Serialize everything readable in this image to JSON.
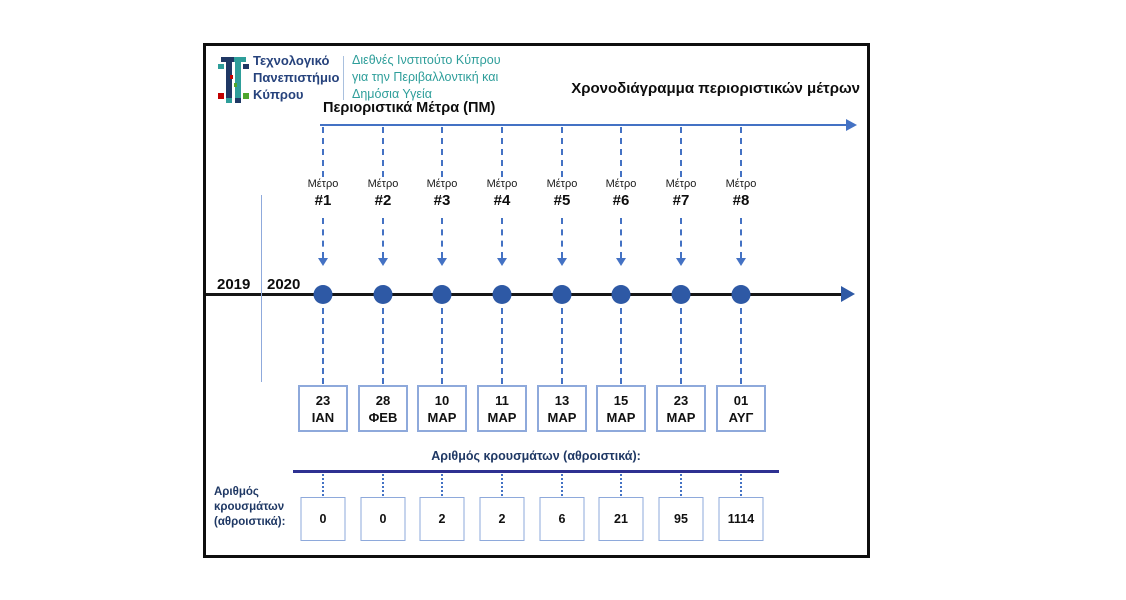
{
  "title": "Χρονοδιάγραμμα περιοριστικών μέτρων",
  "logo": {
    "university_lines": [
      "Τεχνολογικό",
      "Πανεπιστήμιο",
      "Κύπρου"
    ],
    "institute_lines": [
      "Διεθνές Ινστιτούτο Κύπρου",
      "για την Περιβαλλοντική και",
      "Δημόσια Υγεία"
    ]
  },
  "timeline": {
    "axis_label": "Περιοριστικά Μέτρα (ΠΜ)",
    "year_left": "2019",
    "year_right": "2020",
    "measures": [
      {
        "label": "Μέτρο",
        "number": "#1",
        "date_day": "23",
        "date_month": "ΙΑΝ",
        "cases": "0"
      },
      {
        "label": "Μέτρο",
        "number": "#2",
        "date_day": "28",
        "date_month": "ΦΕΒ",
        "cases": "0"
      },
      {
        "label": "Μέτρο",
        "number": "#3",
        "date_day": "10",
        "date_month": "ΜΑΡ",
        "cases": "2"
      },
      {
        "label": "Μέτρο",
        "number": "#4",
        "date_day": "11",
        "date_month": "ΜΑΡ",
        "cases": "2"
      },
      {
        "label": "Μέτρο",
        "number": "#5",
        "date_day": "13",
        "date_month": "ΜΑΡ",
        "cases": "6"
      },
      {
        "label": "Μέτρο",
        "number": "#6",
        "date_day": "15",
        "date_month": "ΜΑΡ",
        "cases": "21"
      },
      {
        "label": "Μέτρο",
        "number": "#7",
        "date_day": "23",
        "date_month": "ΜΑΡ",
        "cases": "95"
      },
      {
        "label": "Μέτρο",
        "number": "#8",
        "date_day": "01",
        "date_month": "ΑΥΓ",
        "cases": "1114"
      }
    ]
  },
  "cases": {
    "header": "Αριθμός κρουσμάτων (αθροιστικά):",
    "side_label_lines": [
      "Αριθμός",
      "κρουσμάτων",
      "(αθροιστικά):"
    ]
  },
  "colors": {
    "accent_blue": "#4472C4",
    "dot_blue": "#2E59A5",
    "navy_text": "#1F3864",
    "navy_line": "#2E3192",
    "teal_text": "#2E9E9A",
    "university_blue": "#26427C",
    "box_border": "#8EA9DB"
  }
}
